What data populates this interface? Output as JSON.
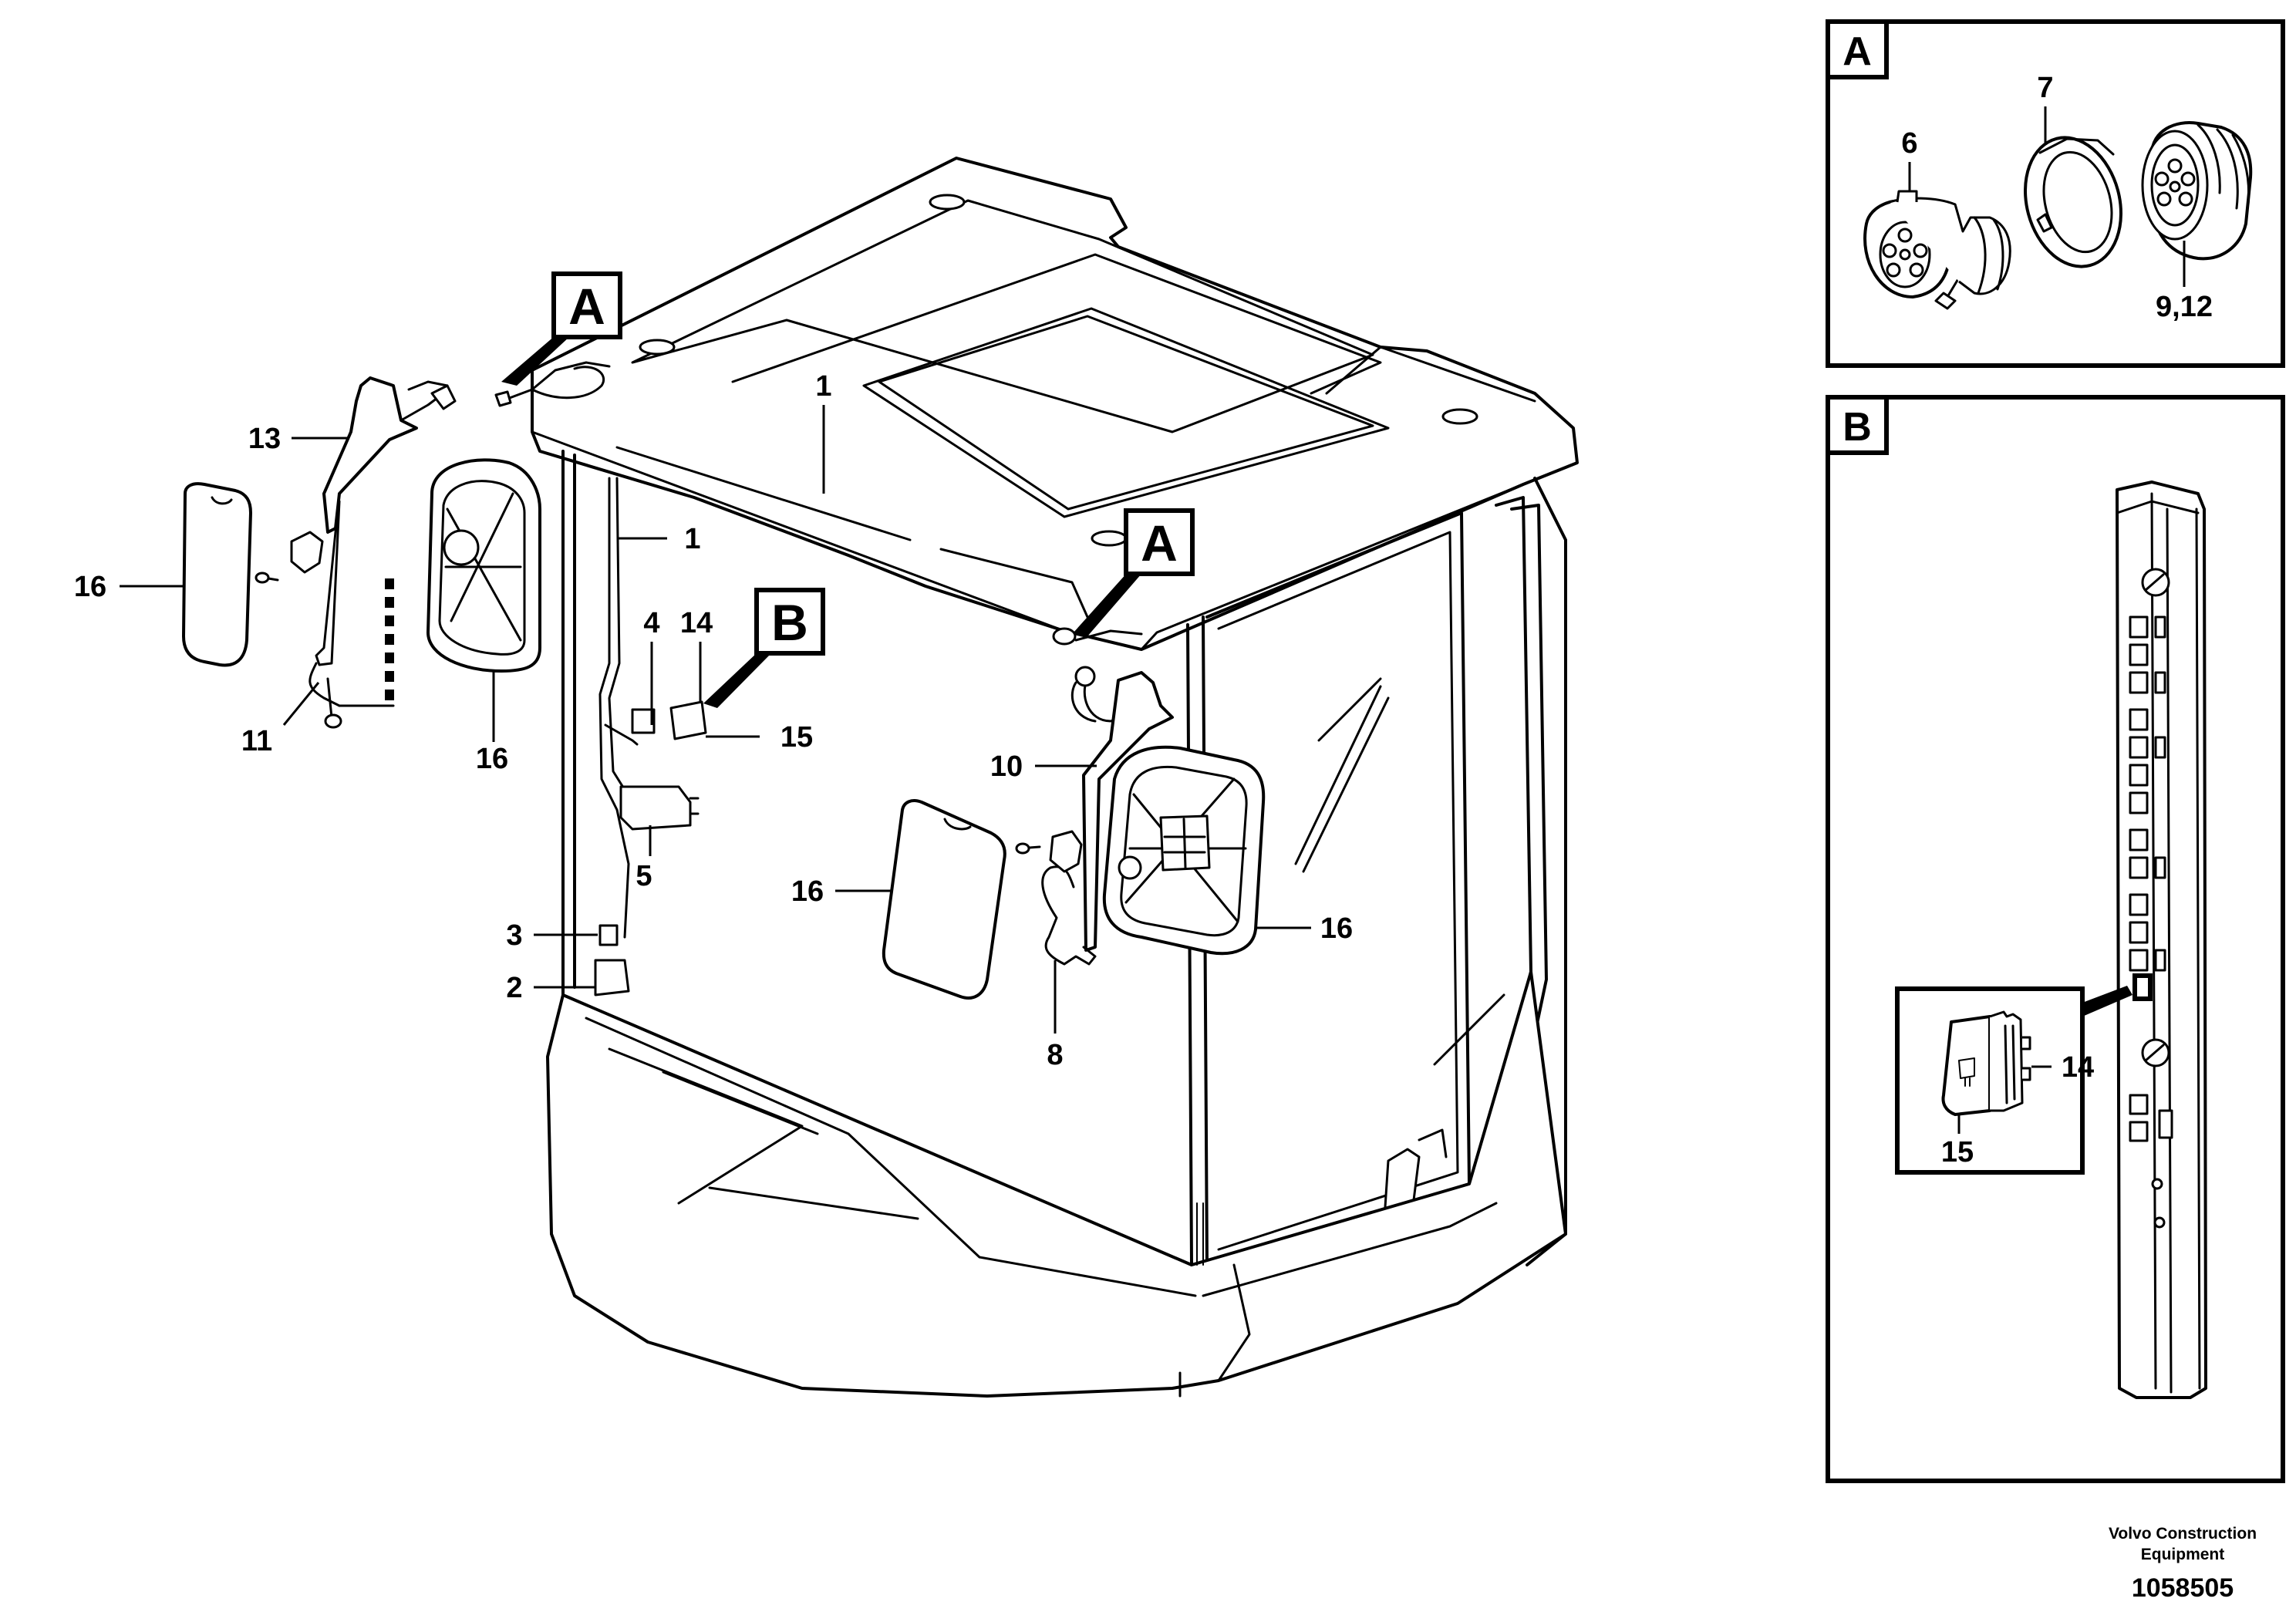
{
  "diagram": {
    "callouts": {
      "c1a": "1",
      "c1b": "1",
      "c2": "2",
      "c3": "3",
      "c4": "4",
      "c5": "5",
      "c8": "8",
      "c10": "10",
      "c11": "11",
      "c13": "13",
      "c14": "14",
      "c15": "15",
      "c16a": "16",
      "c16b": "16",
      "c16c": "16",
      "c16d": "16"
    },
    "view_markers": {
      "a1": "A",
      "a2": "A",
      "b": "B"
    },
    "panel_a": {
      "letter": "A",
      "c6": "6",
      "c7": "7",
      "c912": "9,12"
    },
    "panel_b": {
      "letter": "B",
      "c14": "14",
      "c15": "15"
    },
    "footer": {
      "company_line1": "Volvo Construction",
      "company_line2": "Equipment",
      "doc_number": "1058505"
    }
  }
}
